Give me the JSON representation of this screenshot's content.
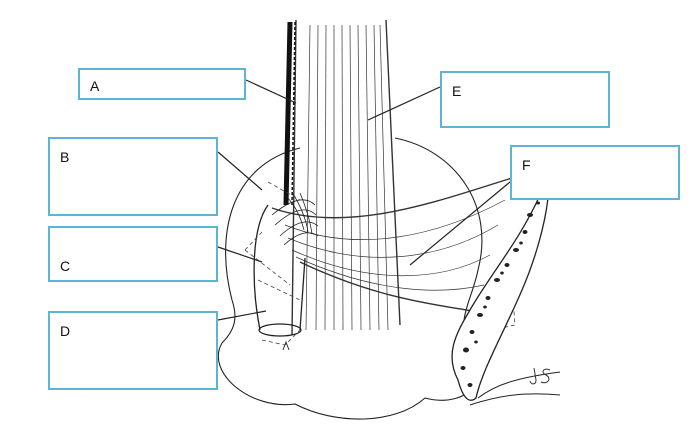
{
  "labels": {
    "a": "A",
    "b": "B",
    "c": "C",
    "d": "D",
    "e": "E",
    "f": "F"
  },
  "colors": {
    "box_border": "#5bb5d3",
    "line": "#222222"
  },
  "artist_initials": "JS"
}
